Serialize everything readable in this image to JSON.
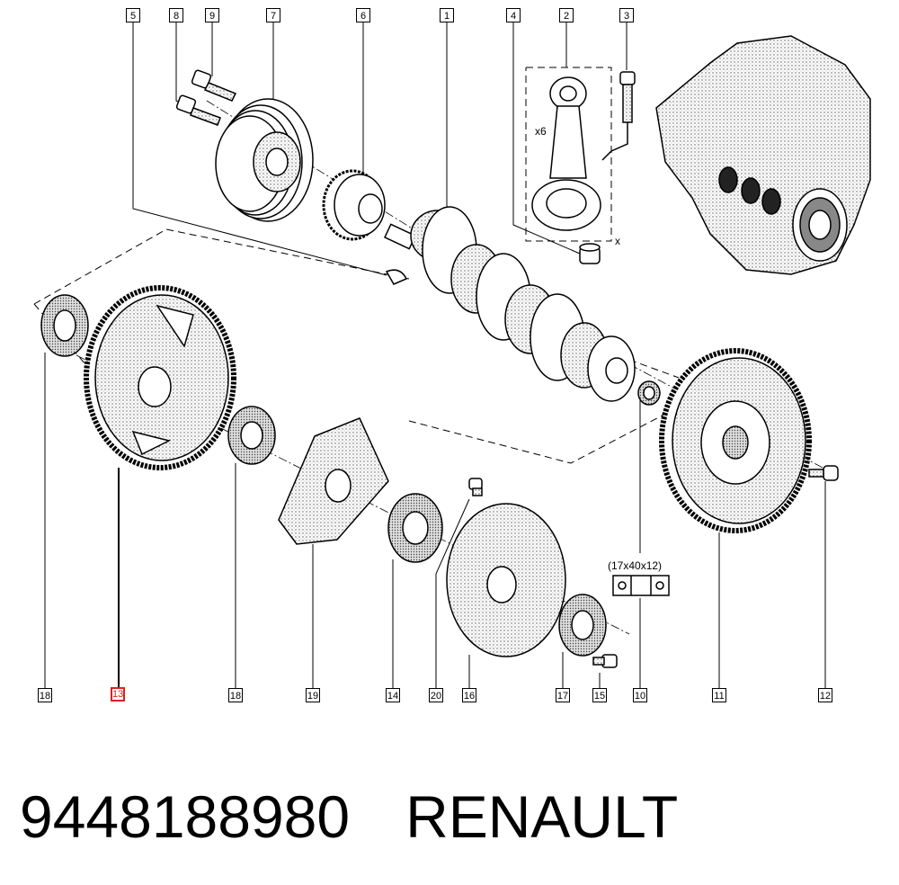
{
  "callouts": {
    "top": [
      {
        "id": "5",
        "label": "5"
      },
      {
        "id": "8",
        "label": "8"
      },
      {
        "id": "9",
        "label": "9"
      },
      {
        "id": "7",
        "label": "7"
      },
      {
        "id": "6",
        "label": "6"
      },
      {
        "id": "1",
        "label": "1"
      },
      {
        "id": "4",
        "label": "4"
      },
      {
        "id": "2",
        "label": "2"
      },
      {
        "id": "3",
        "label": "3"
      }
    ],
    "bottom": [
      {
        "id": "18a",
        "label": "18"
      },
      {
        "id": "13",
        "label": "13",
        "highlighted": true
      },
      {
        "id": "18b",
        "label": "18"
      },
      {
        "id": "19",
        "label": "19"
      },
      {
        "id": "14",
        "label": "14"
      },
      {
        "id": "20",
        "label": "20"
      },
      {
        "id": "16",
        "label": "16"
      },
      {
        "id": "17",
        "label": "17"
      },
      {
        "id": "15",
        "label": "15"
      },
      {
        "id": "10",
        "label": "10"
      },
      {
        "id": "11",
        "label": "11"
      },
      {
        "id": "12",
        "label": "12"
      }
    ]
  },
  "annotations": {
    "quantity": "x6",
    "x_mark": "x",
    "dimension": "(17x40x12)"
  },
  "caption": {
    "part_number": "9448188980",
    "brand": "RENAULT"
  },
  "colors": {
    "line": "#000000",
    "highlight": "#e02020",
    "background": "#ffffff"
  }
}
